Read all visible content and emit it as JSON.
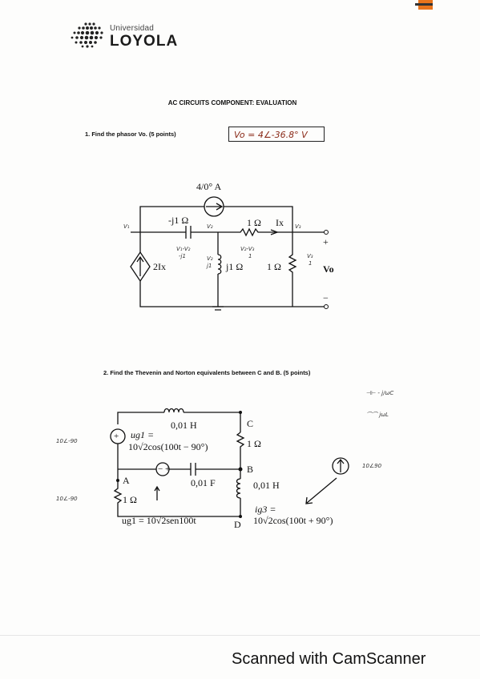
{
  "header": {
    "university_small": "Universidad",
    "university_name": "LOYOLA"
  },
  "title": "AC CIRCUITS COMPONENT: EVALUATION",
  "question1": {
    "text": "1.   Find the phasor Vo. (5 points)",
    "handwritten_answer": "Vo = 4∠-36.8° V",
    "circuit": {
      "source_label": "4/0° A",
      "cap_label": "-j1 Ω",
      "res_top_label": "1 Ω",
      "current_label": "Ix",
      "dep_source_label": "2Ix",
      "ind_label": "j1 Ω",
      "res_right_label": "1 Ω",
      "vo_label": "Vo",
      "plus": "+",
      "minus": "−"
    },
    "notes": {
      "v1": "V₁",
      "v2": "V₂",
      "v3": "V₃",
      "v1v2": "V₁-V₂",
      "v1v2_den": "-j1",
      "v2v3": "V₂-V₃",
      "v2v3_den": "1",
      "v2_j1": "V₂",
      "v2_j1_den": "j1",
      "v3_1": "V₃",
      "v3_1_den": "1"
    }
  },
  "question2": {
    "text": "2.   Find the Thevenin and Norton equivalents between C and B. (5 points)",
    "circuit": {
      "top_ind_label": "0,01 H",
      "ug1_label": "ug1 =",
      "ug1_value": "10√2cos(100t − 90°)",
      "res_c_label": "1 Ω",
      "node_c": "C",
      "node_b": "B",
      "node_a": "A",
      "node_d": "D",
      "cap_label": "0,01 F",
      "ind_right_label": "0,01 H",
      "res_bottom_label": "1 Ω",
      "ug1_bottom": "ug1 = 10√2sen100t",
      "ig3_label": "ig3 =",
      "ig3_value": "10√2cos(100t + 90°)"
    },
    "notes": {
      "left_top": "10∠-90",
      "left_bottom": "10∠-90",
      "right": "10∠90",
      "top_right_a": "⊣⊢ - j/ωC",
      "top_right_b": "⌒⌒ jωL"
    }
  },
  "footer": "Scanned with CamScanner"
}
